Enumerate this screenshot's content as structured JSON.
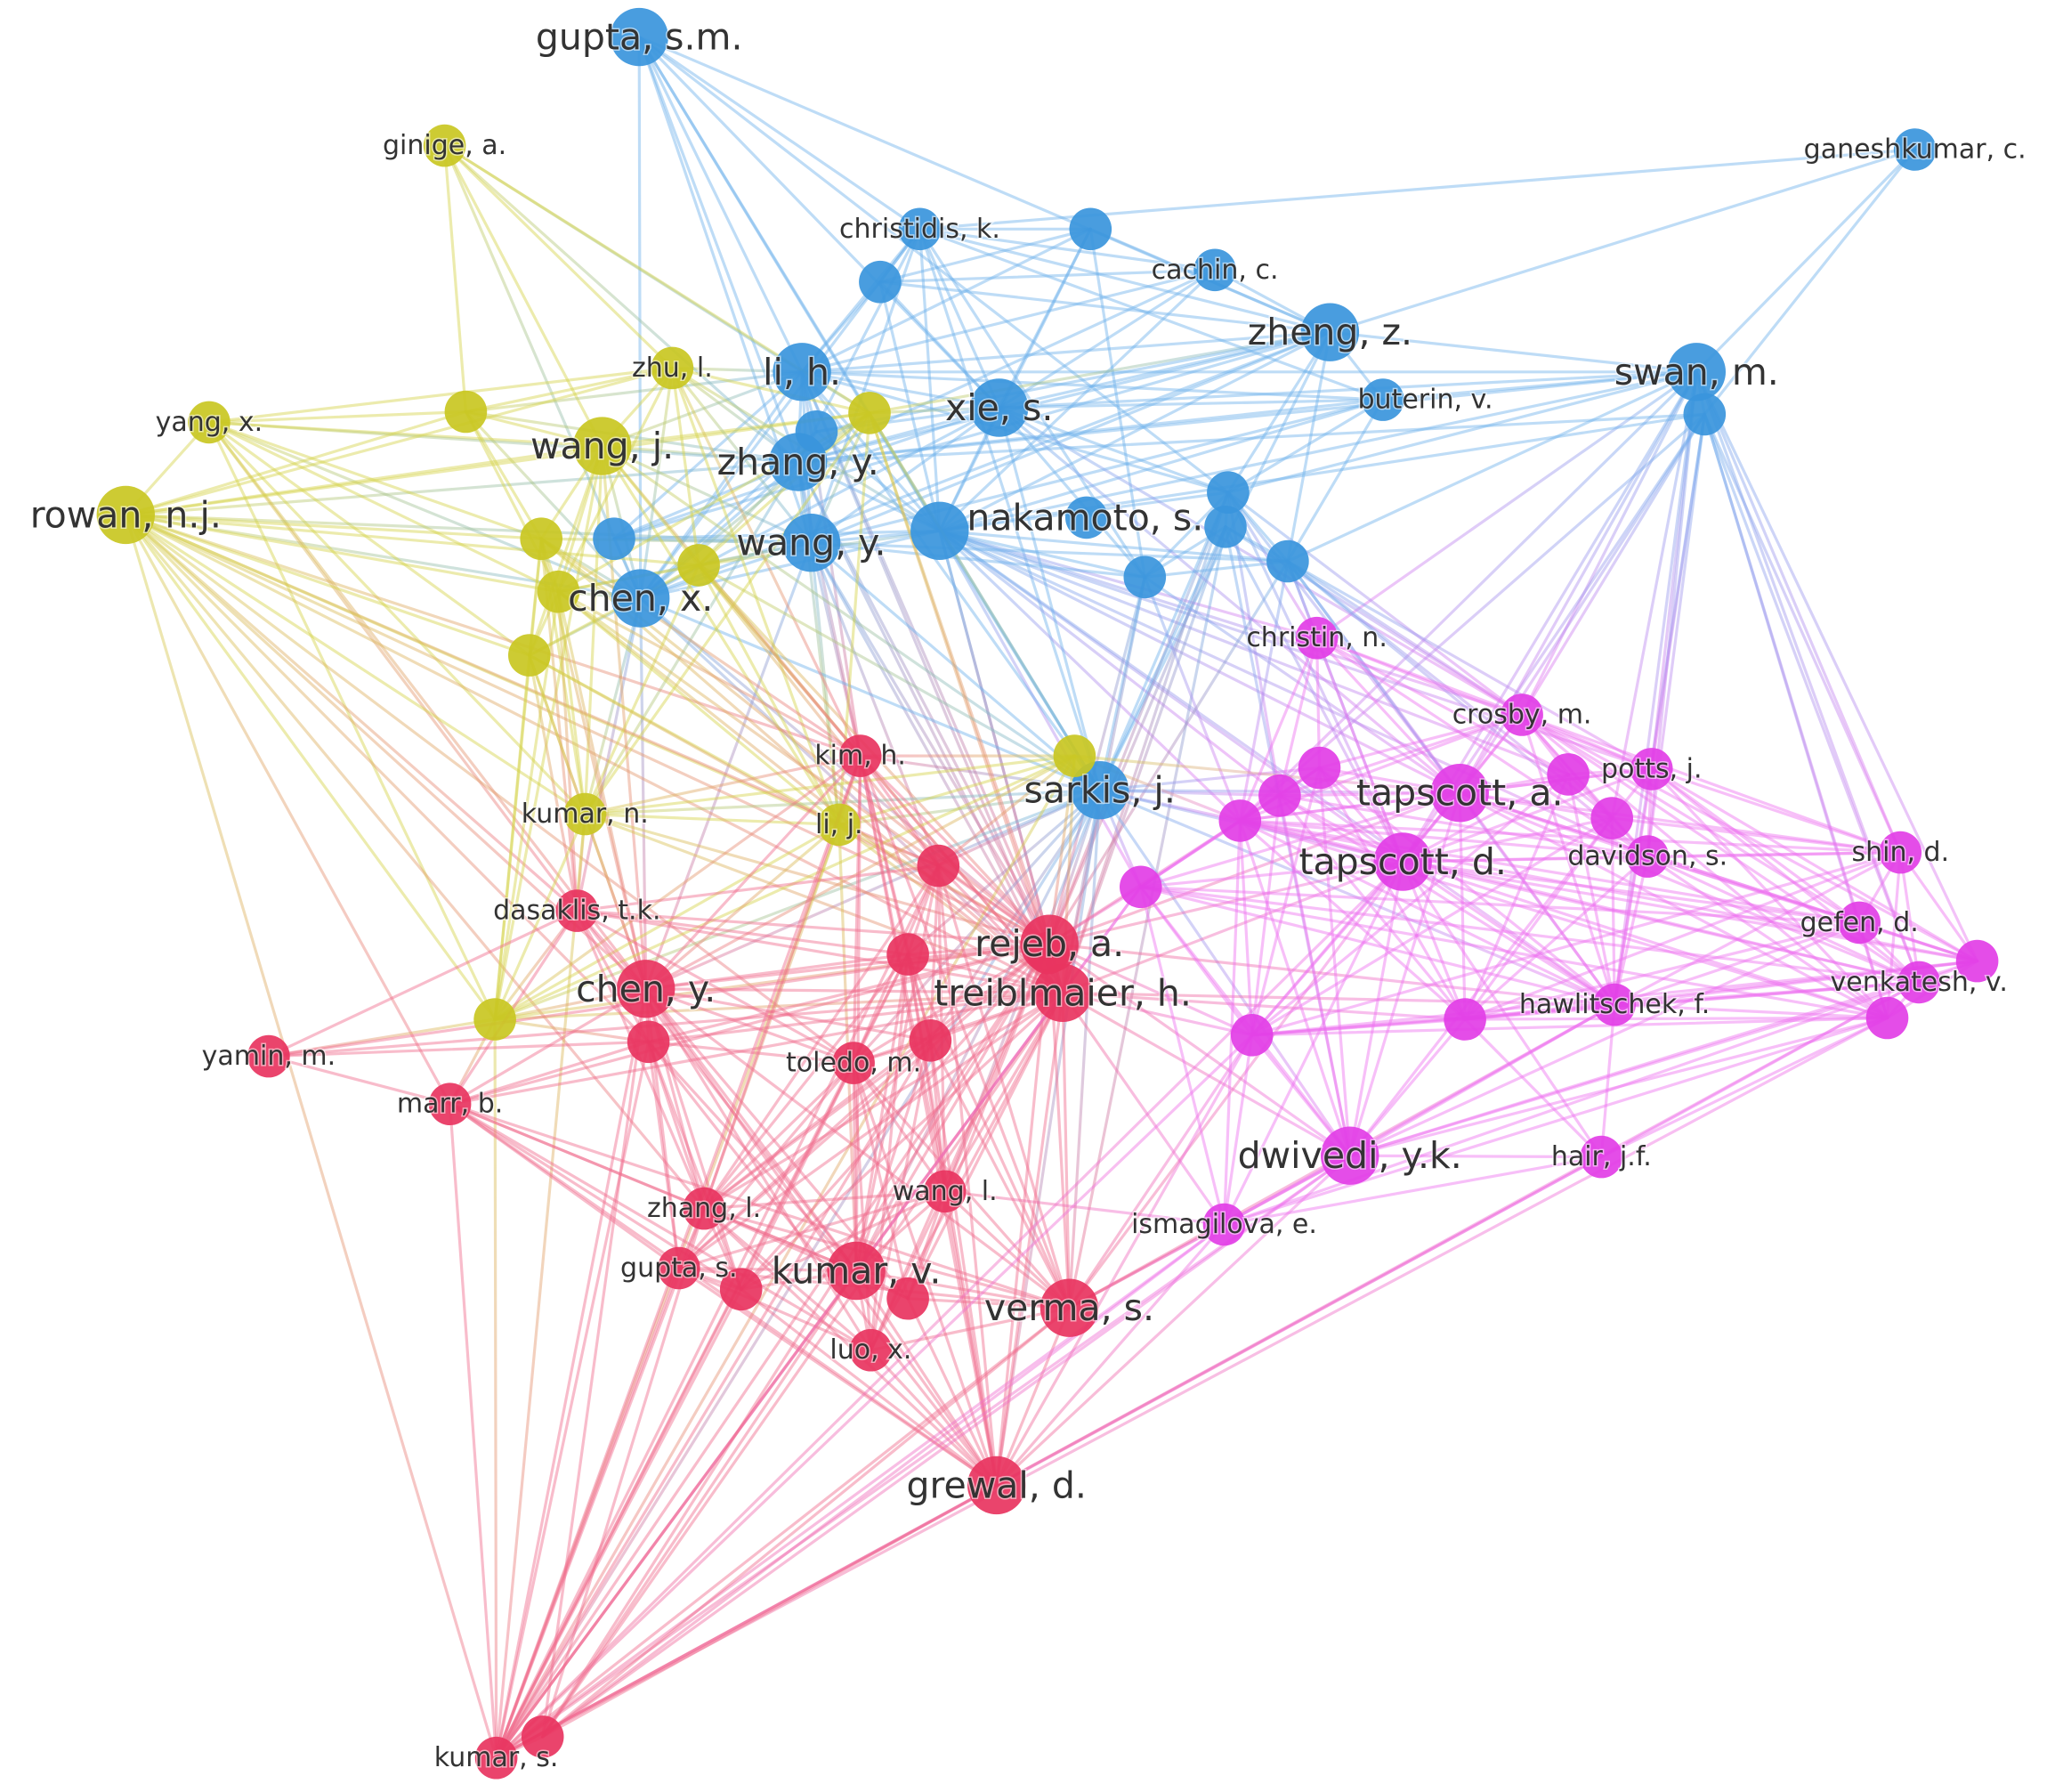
{
  "cluster_colors": {
    "red": "#e8345f",
    "blue": "#3a95dc",
    "yellow": "#c9c722",
    "magenta": "#e23ee6"
  },
  "edge_colors": {
    "red": "#f06a8c",
    "blue": "#6fb2ec",
    "yellow": "#d4d24a",
    "magenta": "#ee72f0"
  },
  "nodes": [
    {
      "id": "gupta_sm",
      "label": "gupta, s.m.",
      "cluster": "blue",
      "weight": 3
    },
    {
      "id": "ginige_a",
      "label": "ginige, a.",
      "cluster": "yellow",
      "weight": 2
    },
    {
      "id": "christidis_k",
      "label": "christidis, k.",
      "cluster": "blue",
      "weight": 2
    },
    {
      "id": "cachin_c",
      "label": "cachin, c.",
      "cluster": "blue",
      "weight": 2
    },
    {
      "id": "ganeshkumar_c",
      "label": "ganeshkumar, c.",
      "cluster": "blue",
      "weight": 2
    },
    {
      "id": "zheng_z",
      "label": "zheng, z.",
      "cluster": "blue",
      "weight": 3
    },
    {
      "id": "swan_m",
      "label": "swan, m.",
      "cluster": "blue",
      "weight": 3
    },
    {
      "id": "buterin_v",
      "label": "buterin, v.",
      "cluster": "blue",
      "weight": 2
    },
    {
      "id": "zhu_l",
      "label": "zhu, l.",
      "cluster": "yellow",
      "weight": 2
    },
    {
      "id": "li_h",
      "label": "li, h.",
      "cluster": "blue",
      "weight": 3
    },
    {
      "id": "xie_s",
      "label": "xie, s.",
      "cluster": "blue",
      "weight": 3
    },
    {
      "id": "yang_x",
      "label": "yang, x.",
      "cluster": "yellow",
      "weight": 2
    },
    {
      "id": "wang_j",
      "label": "wang, j.",
      "cluster": "yellow",
      "weight": 3
    },
    {
      "id": "zhang_y",
      "label": "zhang, y.",
      "cluster": "blue",
      "weight": 3
    },
    {
      "id": "rowan_nj",
      "label": "rowan, n.j.",
      "cluster": "yellow",
      "weight": 3
    },
    {
      "id": "nakamoto_s",
      "label": "nakamoto, s.",
      "cluster": "blue",
      "weight": 3
    },
    {
      "id": "wang_y",
      "label": "wang, y.",
      "cluster": "blue",
      "weight": 3
    },
    {
      "id": "chen_x",
      "label": "chen, x.",
      "cluster": "blue",
      "weight": 3
    },
    {
      "id": "christin_n",
      "label": "christin, n.",
      "cluster": "magenta",
      "weight": 2
    },
    {
      "id": "crosby_m",
      "label": "crosby, m.",
      "cluster": "magenta",
      "weight": 2
    },
    {
      "id": "kim_h",
      "label": "kim, h.",
      "cluster": "red",
      "weight": 2
    },
    {
      "id": "sarkis_j",
      "label": "sarkis, j.",
      "cluster": "blue",
      "weight": 3
    },
    {
      "id": "tapscott_a",
      "label": "tapscott, a.",
      "cluster": "magenta",
      "weight": 3
    },
    {
      "id": "potts_j",
      "label": "potts, j.",
      "cluster": "magenta",
      "weight": 2
    },
    {
      "id": "kumar_n",
      "label": "kumar, n.",
      "cluster": "yellow",
      "weight": 2
    },
    {
      "id": "li_j",
      "label": "li, j.",
      "cluster": "yellow",
      "weight": 2
    },
    {
      "id": "tapscott_d",
      "label": "tapscott, d.",
      "cluster": "magenta",
      "weight": 3
    },
    {
      "id": "davidson_s",
      "label": "davidson, s.",
      "cluster": "magenta",
      "weight": 2
    },
    {
      "id": "shin_d",
      "label": "shin, d.",
      "cluster": "magenta",
      "weight": 2
    },
    {
      "id": "dasaklis_tk",
      "label": "dasaklis, t.k.",
      "cluster": "red",
      "weight": 2
    },
    {
      "id": "rejeb_a",
      "label": "rejeb, a.",
      "cluster": "red",
      "weight": 3
    },
    {
      "id": "gefen_d",
      "label": "gefen, d.",
      "cluster": "magenta",
      "weight": 2
    },
    {
      "id": "chen_y",
      "label": "chen, y.",
      "cluster": "red",
      "weight": 3
    },
    {
      "id": "treiblmaier_h",
      "label": "treiblmaier, h.",
      "cluster": "red",
      "weight": 3
    },
    {
      "id": "venkatesh_v",
      "label": "venkatesh, v.",
      "cluster": "magenta",
      "weight": 2
    },
    {
      "id": "hawlitschek_f",
      "label": "hawlitschek, f.",
      "cluster": "magenta",
      "weight": 2
    },
    {
      "id": "yamin_m",
      "label": "yamin, m.",
      "cluster": "red",
      "weight": 2
    },
    {
      "id": "toledo_m",
      "label": "toledo, m.",
      "cluster": "red",
      "weight": 2
    },
    {
      "id": "marr_b",
      "label": "marr, b.",
      "cluster": "red",
      "weight": 2
    },
    {
      "id": "dwivedi_yk",
      "label": "dwivedi, y.k.",
      "cluster": "magenta",
      "weight": 3
    },
    {
      "id": "hair_jf",
      "label": "hair, j.f.",
      "cluster": "magenta",
      "weight": 2
    },
    {
      "id": "zhang_l",
      "label": "zhang, l.",
      "cluster": "red",
      "weight": 2
    },
    {
      "id": "wang_l",
      "label": "wang, l.",
      "cluster": "red",
      "weight": 2
    },
    {
      "id": "ismagilova_e",
      "label": "ismagilova, e.",
      "cluster": "magenta",
      "weight": 2
    },
    {
      "id": "gupta_s",
      "label": "gupta, s.",
      "cluster": "red",
      "weight": 2
    },
    {
      "id": "kumar_v",
      "label": "kumar, v.",
      "cluster": "red",
      "weight": 3
    },
    {
      "id": "verma_s",
      "label": "verma, s.",
      "cluster": "red",
      "weight": 3
    },
    {
      "id": "luo_x",
      "label": "luo, x.",
      "cluster": "red",
      "weight": 2
    },
    {
      "id": "grewal_d",
      "label": "grewal, d.",
      "cluster": "red",
      "weight": 3
    },
    {
      "id": "kumar_s",
      "label": "kumar, s.",
      "cluster": "red",
      "weight": 2
    },
    {
      "id": "u_blue_1",
      "label": "",
      "cluster": "blue",
      "weight": 2
    },
    {
      "id": "u_blue_2",
      "label": "",
      "cluster": "blue",
      "weight": 2
    },
    {
      "id": "u_blue_3",
      "label": "",
      "cluster": "blue",
      "weight": 2
    },
    {
      "id": "u_blue_4",
      "label": "",
      "cluster": "blue",
      "weight": 2
    },
    {
      "id": "u_blue_5",
      "label": "",
      "cluster": "blue",
      "weight": 2
    },
    {
      "id": "u_blue_6",
      "label": "",
      "cluster": "blue",
      "weight": 2
    },
    {
      "id": "u_blue_7",
      "label": "",
      "cluster": "blue",
      "weight": 2
    },
    {
      "id": "u_blue_8",
      "label": "",
      "cluster": "blue",
      "weight": 2
    },
    {
      "id": "u_blue_9",
      "label": "",
      "cluster": "blue",
      "weight": 2
    },
    {
      "id": "u_blue_10",
      "label": "",
      "cluster": "blue",
      "weight": 2
    },
    {
      "id": "u_yellow_1",
      "label": "",
      "cluster": "yellow",
      "weight": 2
    },
    {
      "id": "u_yellow_2",
      "label": "",
      "cluster": "yellow",
      "weight": 2
    },
    {
      "id": "u_yellow_3",
      "label": "",
      "cluster": "yellow",
      "weight": 2
    },
    {
      "id": "u_yellow_4",
      "label": "",
      "cluster": "yellow",
      "weight": 2
    },
    {
      "id": "u_yellow_5",
      "label": "",
      "cluster": "yellow",
      "weight": 2
    },
    {
      "id": "u_yellow_6",
      "label": "",
      "cluster": "yellow",
      "weight": 2
    },
    {
      "id": "u_yellow_7",
      "label": "",
      "cluster": "yellow",
      "weight": 2
    },
    {
      "id": "u_yellow_8",
      "label": "",
      "cluster": "yellow",
      "weight": 2
    },
    {
      "id": "u_red_1",
      "label": "",
      "cluster": "red",
      "weight": 2
    },
    {
      "id": "u_red_2",
      "label": "",
      "cluster": "red",
      "weight": 2
    },
    {
      "id": "u_red_3",
      "label": "",
      "cluster": "red",
      "weight": 2
    },
    {
      "id": "u_red_4",
      "label": "",
      "cluster": "red",
      "weight": 2
    },
    {
      "id": "u_red_5",
      "label": "",
      "cluster": "red",
      "weight": 2
    },
    {
      "id": "u_red_6",
      "label": "",
      "cluster": "red",
      "weight": 2
    },
    {
      "id": "u_red_7",
      "label": "",
      "cluster": "red",
      "weight": 2
    },
    {
      "id": "u_red_8",
      "label": "",
      "cluster": "red",
      "weight": 2
    },
    {
      "id": "u_magenta_1",
      "label": "",
      "cluster": "magenta",
      "weight": 2
    },
    {
      "id": "u_magenta_2",
      "label": "",
      "cluster": "magenta",
      "weight": 2
    },
    {
      "id": "u_magenta_3",
      "label": "",
      "cluster": "magenta",
      "weight": 2
    },
    {
      "id": "u_magenta_4",
      "label": "",
      "cluster": "magenta",
      "weight": 2
    },
    {
      "id": "u_magenta_5",
      "label": "",
      "cluster": "magenta",
      "weight": 2
    },
    {
      "id": "u_magenta_6",
      "label": "",
      "cluster": "magenta",
      "weight": 2
    },
    {
      "id": "u_magenta_7",
      "label": "",
      "cluster": "magenta",
      "weight": 2
    },
    {
      "id": "u_magenta_8",
      "label": "",
      "cluster": "magenta",
      "weight": 2
    },
    {
      "id": "u_magenta_9",
      "label": "",
      "cluster": "magenta",
      "weight": 2
    },
    {
      "id": "u_magenta_10",
      "label": "",
      "cluster": "magenta",
      "weight": 2
    }
  ]
}
